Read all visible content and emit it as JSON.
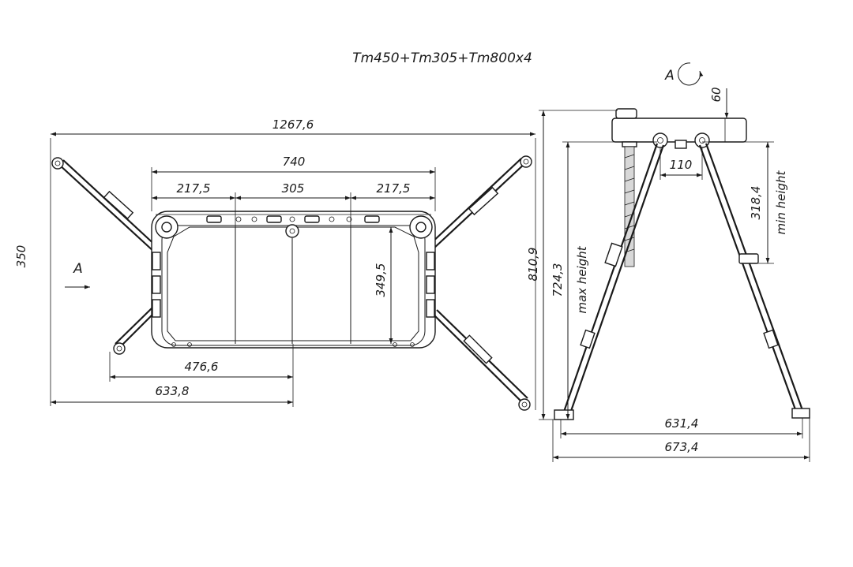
{
  "title": "Tm450+Tm305+Tm800x4",
  "view_marker": "A",
  "top_view": {
    "dim_overall_width": "1267,6",
    "dim_frame_width": "740",
    "dim_left_section": "217,5",
    "dim_mid_section": "305",
    "dim_right_section": "217,5",
    "dim_frame_depth": "349,5",
    "dim_depth_overall": "350",
    "dim_half_frame": "476,6",
    "dim_half_overall": "633,8"
  },
  "side_view": {
    "dim_top_offset": "60",
    "dim_pivot_spacing": "110",
    "dim_min_height_value": "318,4",
    "min_height_label": "min height",
    "dim_total_height": "810,9",
    "dim_max_height_value": "724,3",
    "max_height_label": "max height",
    "dim_foot_inner": "631,4",
    "dim_foot_outer": "673,4"
  }
}
